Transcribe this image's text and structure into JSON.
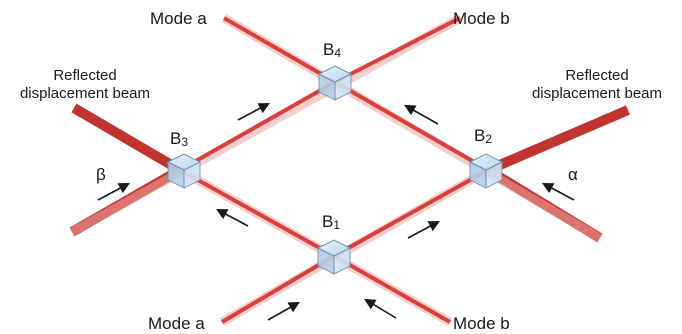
{
  "labels": {
    "mode_a_top": "Mode a",
    "mode_b_top": "Mode b",
    "mode_a_bottom": "Mode a",
    "mode_b_bottom": "Mode b",
    "reflected_left_line1": "Reflected",
    "reflected_left_line2": "displacement beam",
    "reflected_right_line1": "Reflected",
    "reflected_right_line2": "displacement beam",
    "beta": "β",
    "alpha": "α"
  },
  "splitters": {
    "b1": {
      "main": "B",
      "sub": "1"
    },
    "b2": {
      "main": "B",
      "sub": "2"
    },
    "b3": {
      "main": "B",
      "sub": "3"
    },
    "b4": {
      "main": "B",
      "sub": "4"
    }
  },
  "colors": {
    "beam": "#d9403b",
    "beam_glow": "#f2a7a3",
    "thick_beam": "#c0342f",
    "cube_face": "#c9dff0",
    "cube_edge": "#6f93b3",
    "arrow": "#1a1a1a"
  }
}
